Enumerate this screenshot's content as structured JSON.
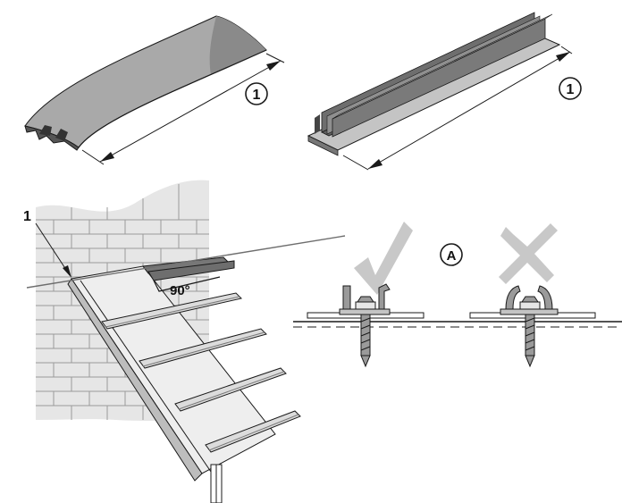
{
  "callouts": {
    "profile_a_number": "1",
    "profile_b_number": "1",
    "wall_number": "1",
    "angle": "90°",
    "detail_letter": "A"
  },
  "colors": {
    "line": "#1a1a1a",
    "profile_dark": "#6e6e6e",
    "profile_mid": "#9a9a9a",
    "profile_light": "#c4c4c4",
    "wall": "#e6e6e6",
    "panel": "#eeeeee",
    "check": "#c8c8c8"
  },
  "icons": [
    "check-icon",
    "cross-icon"
  ]
}
